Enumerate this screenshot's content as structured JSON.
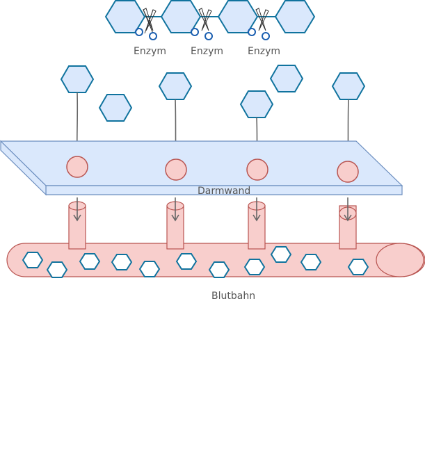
{
  "labels": {
    "enzyme": [
      "Enzym",
      "Enzym",
      "Enzym"
    ],
    "intestinal_wall": "Darmwand",
    "bloodstream": "Blutbahn"
  },
  "icons": {
    "molecule": "hexagon-icon",
    "cutter": "scissors-icon",
    "transporter": "circle-carrier",
    "flow": "arrow-down-icon"
  },
  "colors": {
    "molecule_fill": "#dae8fc",
    "molecule_stroke": "#10739e",
    "membrane_fill": "#dae8fc",
    "membrane_stroke": "#6c8ebf",
    "carrier_fill": "#f8cecc",
    "carrier_stroke": "#b85450",
    "arrow": "#666666",
    "label_text": "#555555"
  }
}
